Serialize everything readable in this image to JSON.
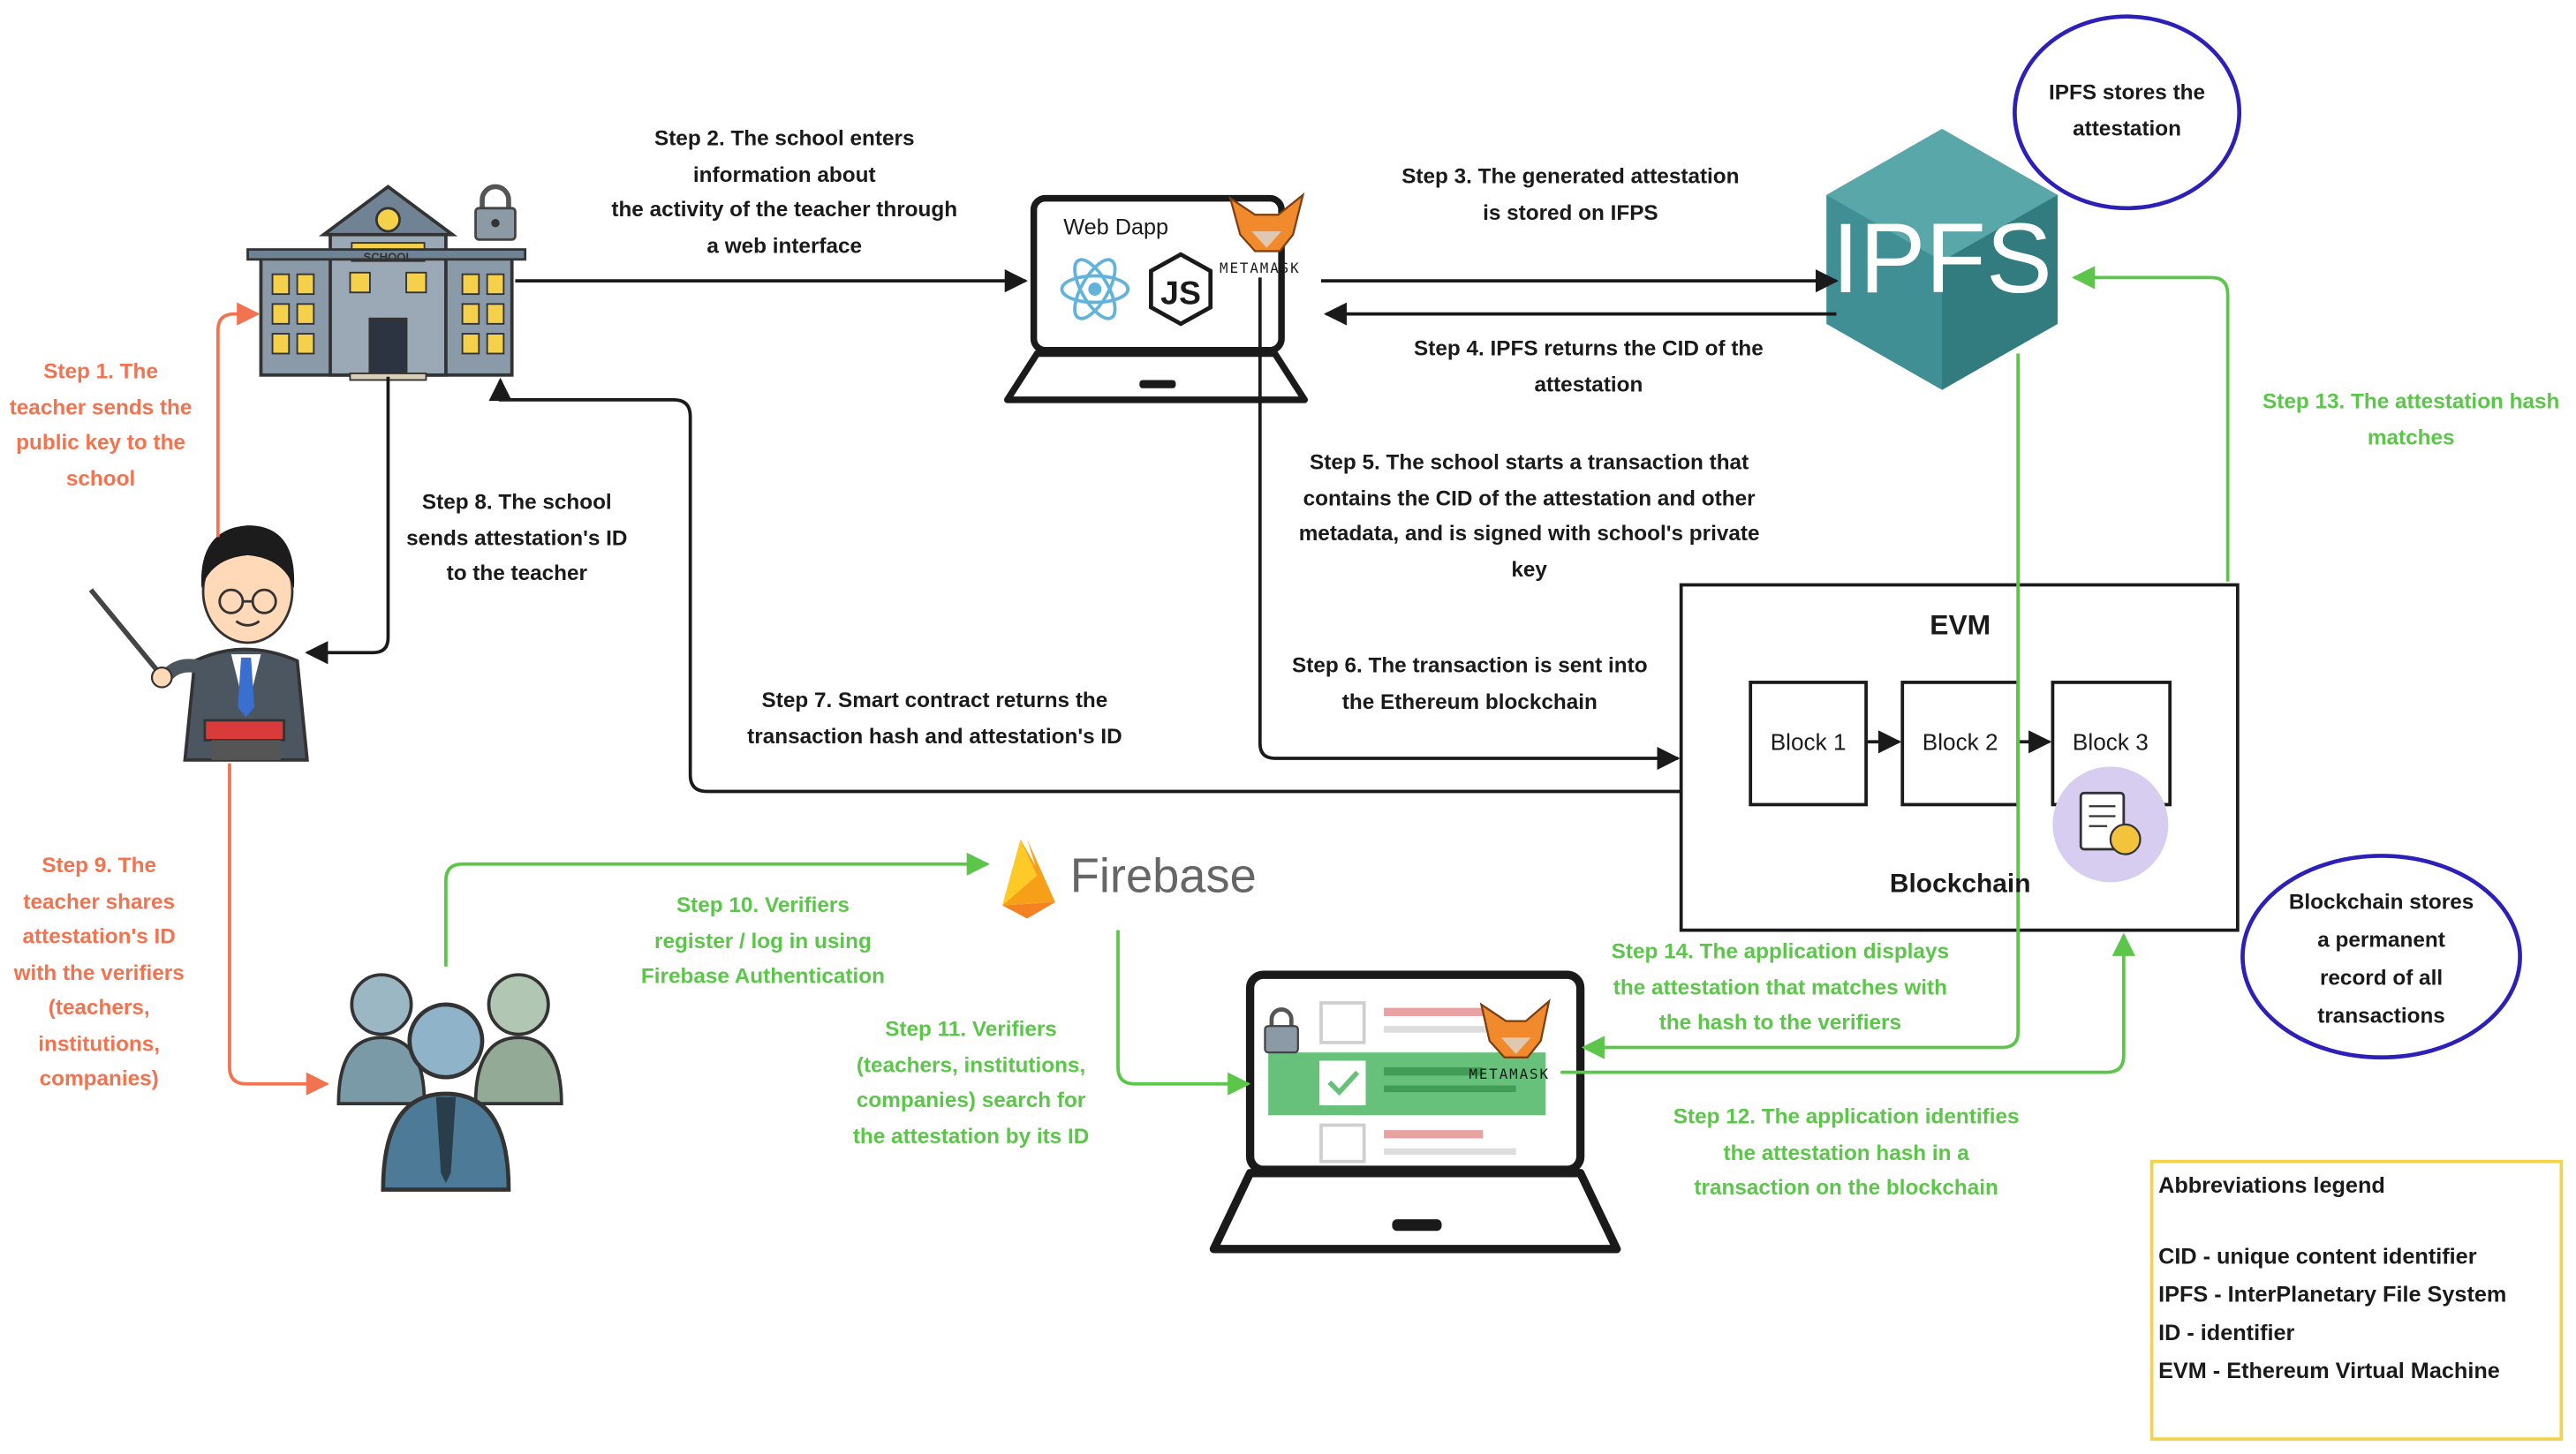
{
  "steps": {
    "step1": "Step 1. The\nteacher sends the\npublic key to the\nschool",
    "step2": "Step 2. The school enters\ninformation about\nthe activity of the teacher through\na web interface",
    "step3": "Step 3. The generated attestation\nis stored on IFPS",
    "step4": "Step 4. IPFS returns the CID of the\nattestation",
    "step5": "Step 5. The school starts a transaction that\ncontains the CID of the attestation and other\nmetadata, and is signed with school's private\nkey",
    "step6": "Step 6. The transaction is sent into\nthe Ethereum blockchain",
    "step7": "Step 7. Smart contract returns the\ntransaction hash and attestation's ID",
    "step8": "Step 8. The school\nsends attestation's ID\nto the teacher",
    "step9": "Step 9. The\nteacher shares\nattestation's ID\nwith the verifiers\n(teachers,\ninstitutions,\ncompanies)",
    "step10": "Step 10. Verifiers\nregister / log in using\nFirebase Authentication",
    "step11": "Step 11. Verifiers\n(teachers, institutions,\ncompanies) search for\nthe attestation by its ID",
    "step12": "Step 12. The application identifies\nthe attestation hash in a\ntransaction on the blockchain",
    "step13": "Step 13. The attestation hash\nmatches",
    "step14": "Step 14. The application displays\nthe attestation that matches with\nthe hash to the verifiers"
  },
  "notes": {
    "ipfs_note": "IPFS stores the\nattestation",
    "chain_note": "Blockchain stores\na permanent\nrecord of all\ntransactions"
  },
  "components": {
    "webdapp": "Web Dapp",
    "metamask": "METAMASK",
    "ipfs": "IPFS",
    "evm": "EVM",
    "blocks": [
      "Block 1",
      "Block 2",
      "Block 3"
    ],
    "blockchain": "Blockchain",
    "firebase": "Firebase",
    "school_sign": "SCHOOL"
  },
  "legend": {
    "title": "Abbreviations legend",
    "items": [
      "CID - unique content identifier",
      "IPFS - InterPlanetary File System",
      "ID - identifier",
      "EVM - Ethereum Virtual Machine"
    ]
  },
  "colors": {
    "black_flow": "#1a1a1a",
    "teacher_flow": "#f2734f",
    "verifier_flow": "#5cc64a",
    "note_border": "#2c20b8",
    "legend_border": "#f4d34c",
    "ipfs_fill": "#3f8f94"
  }
}
